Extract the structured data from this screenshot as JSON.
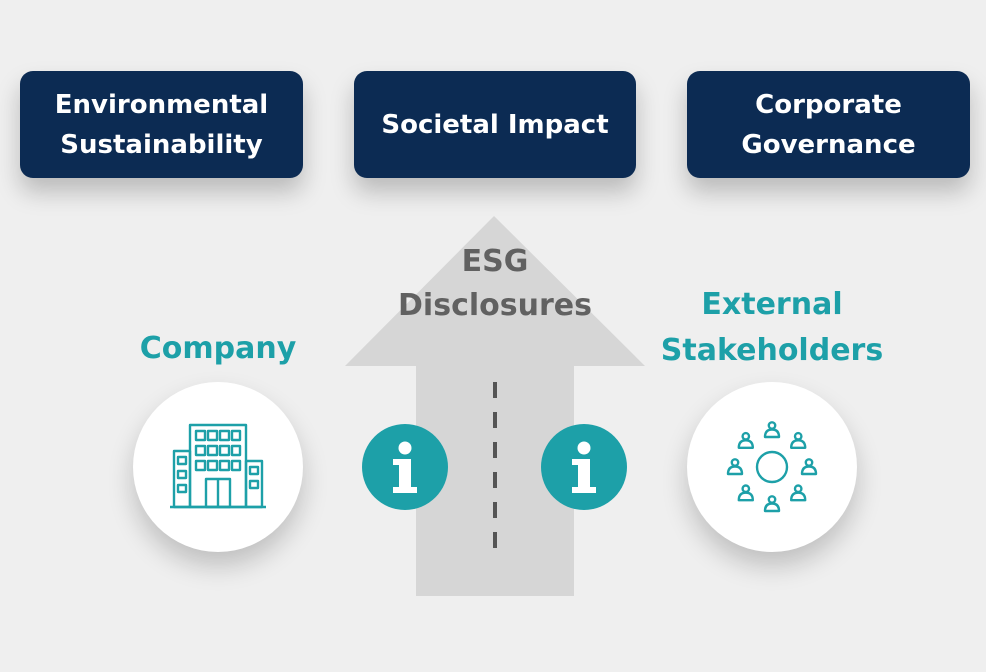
{
  "pillars": {
    "environmental": [
      "Environmental",
      "Sustainability"
    ],
    "societal": [
      "Societal Impact"
    ],
    "governance": [
      "Corporate",
      "Governance"
    ]
  },
  "center": {
    "label_lines": [
      "ESG",
      "Disclosures"
    ]
  },
  "left": {
    "label": "Company",
    "icon": "office-building-icon"
  },
  "right": {
    "label_lines": [
      "External",
      "Stakeholders"
    ],
    "icon": "stakeholders-group-icon"
  },
  "info_icons": [
    "info-icon",
    "info-icon"
  ],
  "colors": {
    "navy": "#0c2b53",
    "teal": "#1da0a8",
    "arrow_gray": "#d6d6d6",
    "text_gray": "#616161",
    "background": "#efefef"
  }
}
